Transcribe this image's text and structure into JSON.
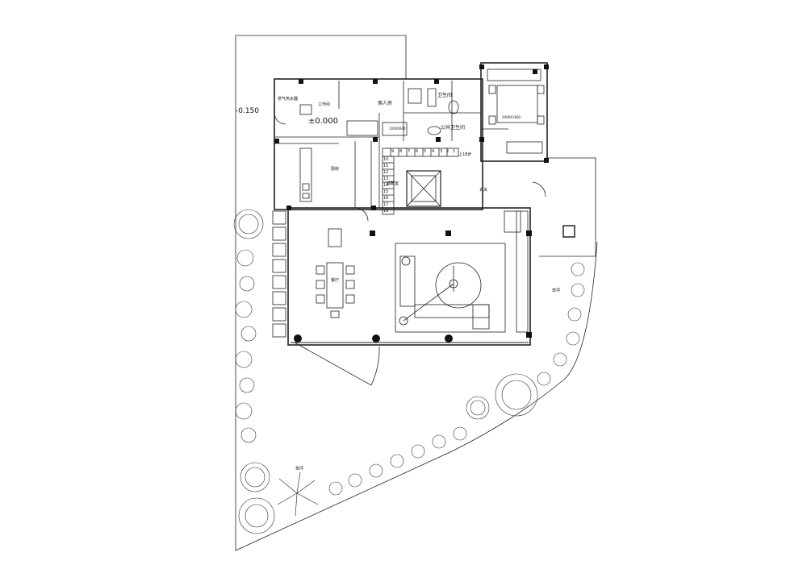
{
  "rooms": {
    "gas_heater": "燃气热水器",
    "workroom": "工作间",
    "servant_room": "佣人房",
    "bathroom": "卫生间",
    "public_bathroom": "公共卫生间",
    "kitchen": "厨房",
    "wine_cellar": "储藏室",
    "foyer": "玄关",
    "dining": "餐厅",
    "lawn_right": "草坪",
    "lawn_left": "草坪"
  },
  "levels": {
    "outside": "-0.150",
    "floor": "±0.000"
  },
  "stairs": {
    "up_label": "上18步",
    "steps_top": [
      "9",
      "8",
      "7",
      "6",
      "5",
      "4",
      "3",
      "2",
      "1"
    ],
    "steps_side": [
      "10",
      "11",
      "12",
      "13",
      "14",
      "15",
      "16",
      "17",
      "18"
    ]
  },
  "notes": {
    "bed_size": "2000X1800",
    "counter_size": "1000X600"
  }
}
